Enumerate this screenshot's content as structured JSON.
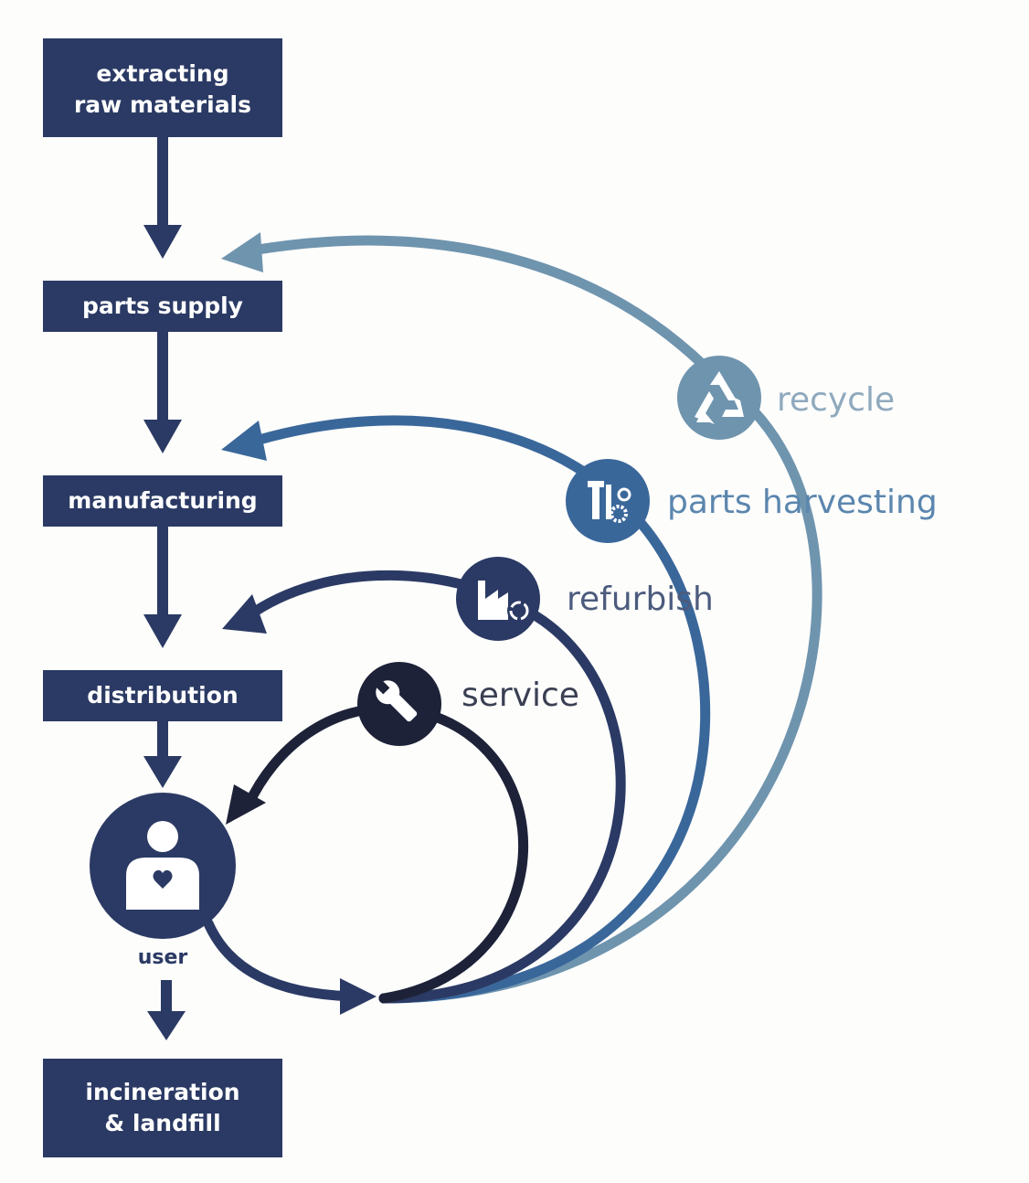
{
  "stages": {
    "extracting": {
      "line1": "extracting",
      "line2": "raw materials"
    },
    "parts_supply": "parts supply",
    "manufacturing": "manufacturing",
    "distribution": "distribution",
    "incineration": {
      "line1": "incineration",
      "line2": "& landfill"
    }
  },
  "user": {
    "label": "user",
    "icon": "user-heart-icon"
  },
  "loops": [
    {
      "label": "service",
      "icon": "wrench-icon",
      "color": "#1e2238"
    },
    {
      "label": "refurbish",
      "icon": "factory-refresh-icon",
      "color": "#2b3a64"
    },
    {
      "label": "parts harvesting",
      "icon": "tools-gears-icon",
      "color": "#3a679a"
    },
    {
      "label": "recycle",
      "icon": "recycle-icon",
      "color": "#6f94ae"
    }
  ],
  "colors": {
    "box": "#2b3a64",
    "service": "#1e2238",
    "refurbish": "#2b3a64",
    "parts_harvesting": "#3a679a",
    "recycle": "#6f94ae"
  }
}
